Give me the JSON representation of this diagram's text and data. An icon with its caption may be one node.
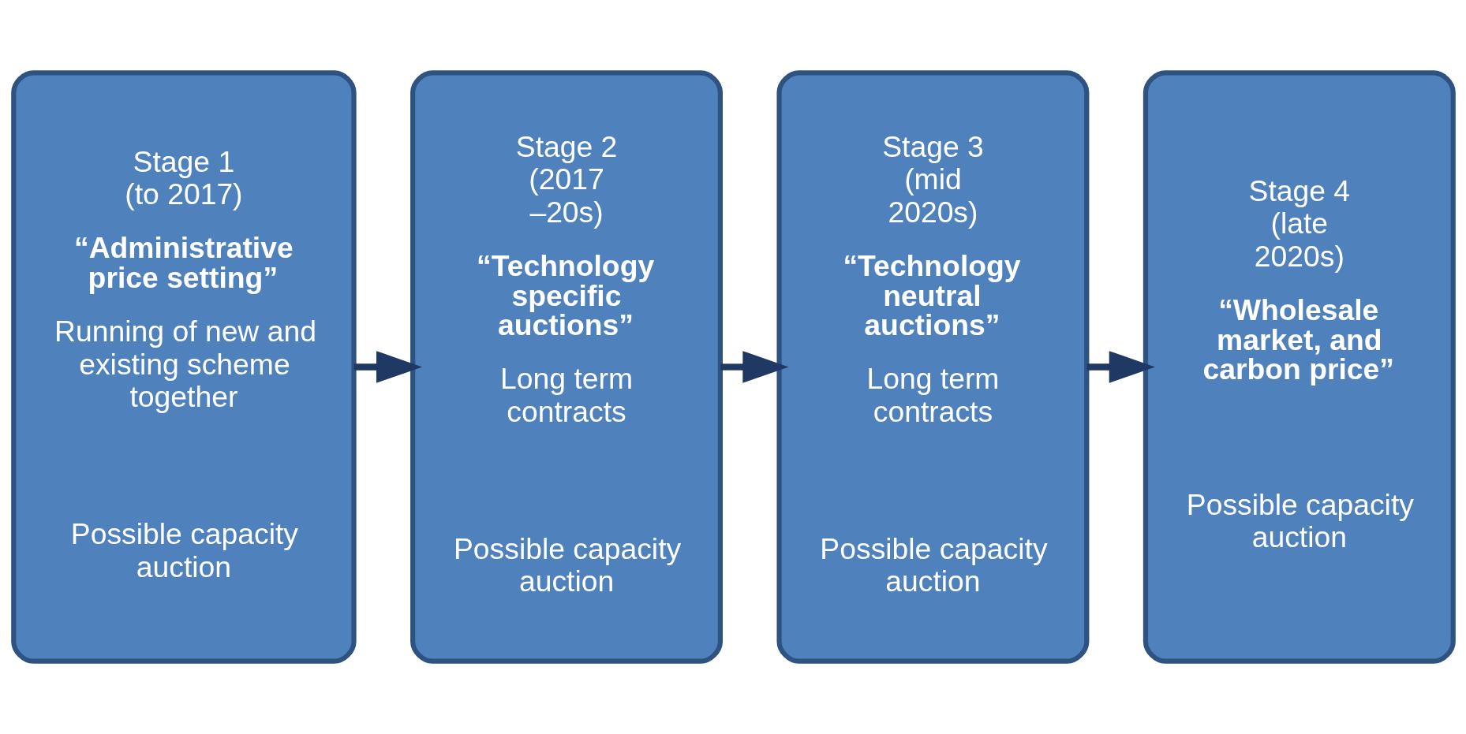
{
  "diagram": {
    "nodes": [
      {
        "text": [
          "Stage 1 (to 2017)",
          "“Administrative price setting”",
          "Running of new and existing scheme together",
          "Possible capacity auction"
        ]
      },
      {
        "text": [
          "Stage 2 (2017 –20s)",
          "“Technology specific auctions”",
          "Long term contracts",
          "Possible capacity auction"
        ]
      },
      {
        "text": [
          "Stage 3 (mid 2020s)",
          "“Technology neutral auctions”",
          "Long term contracts",
          "Possible capacity auction"
        ]
      },
      {
        "text": [
          "Stage 4 (late 2020s)",
          "“Wholesale market, and carbon price”",
          "Possible capacity auction"
        ]
      }
    ],
    "edges": [
      {
        "from": 0,
        "to": 1,
        "arrow": "to"
      },
      {
        "from": 1,
        "to": 2,
        "arrow": "to"
      },
      {
        "from": 2,
        "to": 3,
        "arrow": "to"
      }
    ]
  }
}
